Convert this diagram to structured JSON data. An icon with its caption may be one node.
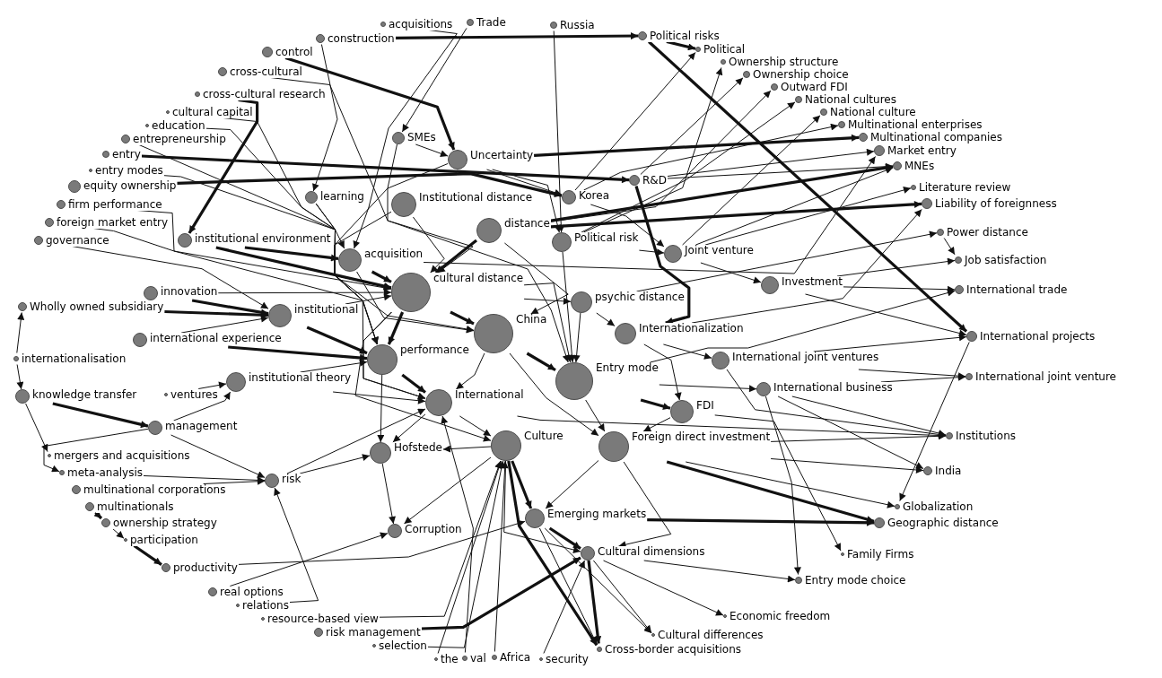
{
  "diagram": {
    "nodes": [
      {
        "text": [
          "acquisitions"
        ]
      },
      {
        "text": [
          "Trade"
        ]
      },
      {
        "text": [
          "Russia"
        ]
      },
      {
        "text": [
          "Political risks"
        ]
      },
      {
        "text": [
          "construction"
        ]
      },
      {
        "text": [
          "Political"
        ]
      },
      {
        "text": [
          "control"
        ]
      },
      {
        "text": [
          "Ownership structure"
        ]
      },
      {
        "text": [
          "cross-cultural"
        ]
      },
      {
        "text": [
          "Ownership choice"
        ]
      },
      {
        "text": [
          "Outward FDI"
        ]
      },
      {
        "text": [
          "cross-cultural research"
        ]
      },
      {
        "text": [
          "National cultures"
        ]
      },
      {
        "text": [
          "cultural capital"
        ]
      },
      {
        "text": [
          "National culture"
        ]
      },
      {
        "text": [
          "education"
        ]
      },
      {
        "text": [
          "Multinational enterprises"
        ]
      },
      {
        "text": [
          "entrepreneurship"
        ]
      },
      {
        "text": [
          "Multinational companies"
        ]
      },
      {
        "text": [
          "SMEs"
        ]
      },
      {
        "text": [
          "Market entry"
        ]
      },
      {
        "text": [
          "entry"
        ]
      },
      {
        "text": [
          "Uncertainty"
        ]
      },
      {
        "text": [
          "MNEs"
        ]
      },
      {
        "text": [
          "entry modes"
        ]
      },
      {
        "text": [
          "R&D"
        ]
      },
      {
        "text": [
          "equity ownership"
        ]
      },
      {
        "text": [
          "Literature review"
        ]
      },
      {
        "text": [
          "learning"
        ]
      },
      {
        "text": [
          "Korea"
        ]
      },
      {
        "text": [
          "Institutional distance"
        ]
      },
      {
        "text": [
          "Liability of foreignness"
        ]
      },
      {
        "text": [
          "firm performance"
        ]
      },
      {
        "text": [
          "distance"
        ]
      },
      {
        "text": [
          "foreign market entry"
        ]
      },
      {
        "text": [
          "Power distance"
        ]
      },
      {
        "text": [
          "Political risk"
        ]
      },
      {
        "text": [
          "governance"
        ]
      },
      {
        "text": [
          "institutional environment"
        ]
      },
      {
        "text": [
          "Joint venture"
        ]
      },
      {
        "text": [
          "acquisition"
        ]
      },
      {
        "text": [
          "Job satisfaction"
        ]
      },
      {
        "text": [
          "cultural distance"
        ]
      },
      {
        "text": [
          "Investment"
        ]
      },
      {
        "text": [
          "International trade"
        ]
      },
      {
        "text": [
          "innovation"
        ]
      },
      {
        "text": [
          "psychic distance"
        ]
      },
      {
        "text": [
          "Wholly owned subsidiary"
        ]
      },
      {
        "text": [
          "institutional"
        ]
      },
      {
        "text": [
          "China"
        ]
      },
      {
        "text": [
          "Internationalization"
        ]
      },
      {
        "text": [
          "International projects"
        ]
      },
      {
        "text": [
          "international experience"
        ]
      },
      {
        "text": [
          "performance"
        ]
      },
      {
        "text": [
          "internationalisation"
        ]
      },
      {
        "text": [
          "International joint ventures"
        ]
      },
      {
        "text": [
          "International joint venture"
        ]
      },
      {
        "text": [
          "Entry mode"
        ]
      },
      {
        "text": [
          "institutional theory"
        ]
      },
      {
        "text": [
          "International business"
        ]
      },
      {
        "text": [
          "knowledge transfer"
        ]
      },
      {
        "text": [
          "ventures"
        ]
      },
      {
        "text": [
          "International"
        ]
      },
      {
        "text": [
          "FDI"
        ]
      },
      {
        "text": [
          "management"
        ]
      },
      {
        "text": [
          "Institutions"
        ]
      },
      {
        "text": [
          "Culture"
        ]
      },
      {
        "text": [
          "Foreign direct investment"
        ]
      },
      {
        "text": [
          "Hofstede"
        ]
      },
      {
        "text": [
          "mergers and acquisitions"
        ]
      },
      {
        "text": [
          "India"
        ]
      },
      {
        "text": [
          "meta-analysis"
        ]
      },
      {
        "text": [
          "risk"
        ]
      },
      {
        "text": [
          "multinational corporations"
        ]
      },
      {
        "text": [
          "multinationals"
        ]
      },
      {
        "text": [
          "Globalization"
        ]
      },
      {
        "text": [
          "Emerging markets"
        ]
      },
      {
        "text": [
          "ownership strategy"
        ]
      },
      {
        "text": [
          "Geographic distance"
        ]
      },
      {
        "text": [
          "Corruption"
        ]
      },
      {
        "text": [
          "participation"
        ]
      },
      {
        "text": [
          "Cultural dimensions"
        ]
      },
      {
        "text": [
          "Family Firms"
        ]
      },
      {
        "text": [
          "productivity"
        ]
      },
      {
        "text": [
          "Entry mode choice"
        ]
      },
      {
        "text": [
          "real options"
        ]
      },
      {
        "text": [
          "relations"
        ]
      },
      {
        "text": [
          "Economic freedom"
        ]
      },
      {
        "text": [
          "resource-based view"
        ]
      },
      {
        "text": [
          "risk management"
        ]
      },
      {
        "text": [
          "Cultural differences"
        ]
      },
      {
        "text": [
          "selection"
        ]
      },
      {
        "text": [
          "Cross-border acquisitions"
        ]
      },
      {
        "text": [
          "the"
        ]
      },
      {
        "text": [
          "val"
        ]
      },
      {
        "text": [
          "Africa"
        ]
      },
      {
        "text": [
          "security"
        ]
      }
    ],
    "edges": [
      {
        "from": 4,
        "to": 3,
        "arrow": "to",
        "style": "thick"
      },
      {
        "from": 3,
        "to": 51,
        "arrow": "to",
        "style": "thick"
      },
      {
        "from": 3,
        "to": 5,
        "arrow": "to",
        "style": "thick"
      },
      {
        "from": 2,
        "to": 36,
        "arrow": "to"
      },
      {
        "from": 1,
        "to": 19,
        "arrow": "to"
      },
      {
        "from": 0,
        "to": 40,
        "arrow": "to"
      },
      {
        "from": 4,
        "to": 28,
        "arrow": "to"
      },
      {
        "from": 6,
        "to": 22,
        "arrow": "to",
        "style": "thick"
      },
      {
        "from": 8,
        "to": 42,
        "arrow": "to"
      },
      {
        "from": 11,
        "to": 38,
        "arrow": "to",
        "style": "thick"
      },
      {
        "from": 13,
        "to": 42,
        "arrow": "to"
      },
      {
        "from": 15,
        "to": 40,
        "arrow": "to"
      },
      {
        "from": 17,
        "to": 62,
        "arrow": "to"
      },
      {
        "from": 21,
        "to": 25,
        "arrow": "to",
        "style": "thick"
      },
      {
        "from": 24,
        "to": 49,
        "arrow": "to"
      },
      {
        "from": 26,
        "to": 29,
        "arrow": "to",
        "style": "thick"
      },
      {
        "from": 32,
        "to": 53,
        "arrow": "to"
      },
      {
        "from": 34,
        "to": 42,
        "arrow": "to"
      },
      {
        "from": 37,
        "to": 48,
        "arrow": "to"
      },
      {
        "from": 19,
        "to": 22,
        "arrow": "to"
      },
      {
        "from": 19,
        "to": 57,
        "arrow": "to"
      },
      {
        "from": 22,
        "to": 42,
        "arrow": "to"
      },
      {
        "from": 22,
        "to": 29,
        "arrow": "to"
      },
      {
        "from": 22,
        "to": 36,
        "arrow": "to"
      },
      {
        "from": 25,
        "to": 50,
        "arrow": "to",
        "style": "thick"
      },
      {
        "from": 25,
        "to": 23,
        "arrow": "to"
      },
      {
        "from": 25,
        "to": 20,
        "arrow": "to"
      },
      {
        "from": 29,
        "to": 39,
        "arrow": "to"
      },
      {
        "from": 30,
        "to": 42,
        "arrow": "to"
      },
      {
        "from": 30,
        "to": 53,
        "arrow": "to"
      },
      {
        "from": 33,
        "to": 42,
        "arrow": "to",
        "style": "thick"
      },
      {
        "from": 33,
        "to": 49,
        "arrow": "to"
      },
      {
        "from": 36,
        "to": 39,
        "arrow": "to"
      },
      {
        "from": 36,
        "to": 57,
        "arrow": "to"
      },
      {
        "from": 38,
        "to": 40,
        "arrow": "to",
        "style": "thick"
      },
      {
        "from": 38,
        "to": 42,
        "arrow": "to",
        "style": "thick"
      },
      {
        "from": 40,
        "to": 42,
        "arrow": "to",
        "style": "thick"
      },
      {
        "from": 40,
        "to": 49,
        "arrow": "to"
      },
      {
        "from": 28,
        "to": 42,
        "arrow": "to"
      },
      {
        "from": 28,
        "to": 53,
        "arrow": "to"
      },
      {
        "from": 42,
        "to": 49,
        "arrow": "to",
        "style": "thick"
      },
      {
        "from": 42,
        "to": 53,
        "arrow": "to",
        "style": "thick"
      },
      {
        "from": 42,
        "to": 57,
        "arrow": "to"
      },
      {
        "from": 42,
        "to": 62,
        "arrow": "to"
      },
      {
        "from": 42,
        "to": 66,
        "arrow": "to"
      },
      {
        "from": 42,
        "to": 46,
        "arrow": "to"
      },
      {
        "from": 49,
        "to": 57,
        "arrow": "to",
        "style": "thick"
      },
      {
        "from": 49,
        "to": 67,
        "arrow": "to"
      },
      {
        "from": 49,
        "to": 62,
        "arrow": "to"
      },
      {
        "from": 46,
        "to": 50,
        "arrow": "to"
      },
      {
        "from": 46,
        "to": 57,
        "arrow": "to"
      },
      {
        "from": 50,
        "to": 55,
        "arrow": "to"
      },
      {
        "from": 50,
        "to": 63,
        "arrow": "to"
      },
      {
        "from": 39,
        "to": 43,
        "arrow": "to"
      },
      {
        "from": 39,
        "to": 23,
        "arrow": "to"
      },
      {
        "from": 43,
        "to": 44,
        "arrow": "to"
      },
      {
        "from": 43,
        "to": 51,
        "arrow": "to"
      },
      {
        "from": 55,
        "to": 56,
        "arrow": "to"
      },
      {
        "from": 55,
        "to": 51,
        "arrow": "to"
      },
      {
        "from": 59,
        "to": 56,
        "arrow": "to"
      },
      {
        "from": 59,
        "to": 70,
        "arrow": "to"
      },
      {
        "from": 59,
        "to": 65,
        "arrow": "to"
      },
      {
        "from": 57,
        "to": 63,
        "arrow": "to",
        "style": "thick"
      },
      {
        "from": 57,
        "to": 67,
        "arrow": "to"
      },
      {
        "from": 57,
        "to": 59,
        "arrow": "to"
      },
      {
        "from": 63,
        "to": 67,
        "arrow": "to"
      },
      {
        "from": 62,
        "to": 66,
        "arrow": "to"
      },
      {
        "from": 62,
        "to": 68,
        "arrow": "to"
      },
      {
        "from": 53,
        "to": 62,
        "arrow": "to",
        "style": "thick"
      },
      {
        "from": 53,
        "to": 68,
        "arrow": "to"
      },
      {
        "from": 48,
        "to": 53,
        "arrow": "to",
        "style": "thick"
      },
      {
        "from": 48,
        "to": 42,
        "arrow": "to"
      },
      {
        "from": 45,
        "to": 48,
        "arrow": "to",
        "style": "thick"
      },
      {
        "from": 45,
        "to": 42,
        "arrow": "to"
      },
      {
        "from": 47,
        "to": 48,
        "arrow": "to",
        "style": "thick"
      },
      {
        "from": 52,
        "to": 53,
        "arrow": "to",
        "style": "thick"
      },
      {
        "from": 52,
        "to": 48,
        "arrow": "to"
      },
      {
        "from": 54,
        "to": 60,
        "arrow": "to"
      },
      {
        "from": 54,
        "to": 47,
        "arrow": "to"
      },
      {
        "from": 60,
        "to": 64,
        "arrow": "to",
        "style": "thick"
      },
      {
        "from": 60,
        "to": 69,
        "arrow": "to"
      },
      {
        "from": 61,
        "to": 58,
        "arrow": "to"
      },
      {
        "from": 58,
        "to": 53,
        "arrow": "to"
      },
      {
        "from": 58,
        "to": 62,
        "arrow": "to"
      },
      {
        "from": 64,
        "to": 72,
        "arrow": "to"
      },
      {
        "from": 64,
        "to": 58,
        "arrow": "to"
      },
      {
        "from": 66,
        "to": 76,
        "arrow": "to",
        "style": "thick"
      },
      {
        "from": 66,
        "to": 81,
        "arrow": "to"
      },
      {
        "from": 66,
        "to": 68,
        "arrow": "to"
      },
      {
        "from": 67,
        "to": 76,
        "arrow": "to"
      },
      {
        "from": 67,
        "to": 81,
        "arrow": "to"
      },
      {
        "from": 67,
        "to": 78,
        "arrow": "to",
        "style": "thick"
      },
      {
        "from": 67,
        "to": 75,
        "arrow": "to"
      },
      {
        "from": 68,
        "to": 79,
        "arrow": "to"
      },
      {
        "from": 72,
        "to": 68,
        "arrow": "to"
      },
      {
        "from": 72,
        "to": 62,
        "arrow": "to"
      },
      {
        "from": 73,
        "to": 72,
        "arrow": "to"
      },
      {
        "from": 74,
        "to": 77,
        "arrow": "to",
        "style": "thick"
      },
      {
        "from": 77,
        "to": 80,
        "arrow": "to"
      },
      {
        "from": 80,
        "to": 83,
        "arrow": "to",
        "style": "thick"
      },
      {
        "from": 83,
        "to": 76,
        "arrow": "to"
      },
      {
        "from": 85,
        "to": 79,
        "arrow": "to"
      },
      {
        "from": 86,
        "to": 72,
        "arrow": "to"
      },
      {
        "from": 88,
        "to": 66,
        "arrow": "to"
      },
      {
        "from": 89,
        "to": 81,
        "arrow": "to",
        "style": "thick"
      },
      {
        "from": 91,
        "to": 66,
        "arrow": "to"
      },
      {
        "from": 93,
        "to": 66,
        "arrow": "to"
      },
      {
        "from": 94,
        "to": 62,
        "arrow": "to"
      },
      {
        "from": 95,
        "to": 66,
        "arrow": "to"
      },
      {
        "from": 96,
        "to": 81,
        "arrow": "to"
      },
      {
        "from": 66,
        "to": 92,
        "arrow": "to",
        "style": "thick"
      },
      {
        "from": 81,
        "to": 92,
        "arrow": "to",
        "style": "thick"
      },
      {
        "from": 81,
        "to": 87,
        "arrow": "to"
      },
      {
        "from": 81,
        "to": 90,
        "arrow": "to"
      },
      {
        "from": 81,
        "to": 84,
        "arrow": "to"
      },
      {
        "from": 76,
        "to": 81,
        "arrow": "to",
        "style": "thick"
      },
      {
        "from": 76,
        "to": 78,
        "arrow": "to",
        "style": "thick"
      },
      {
        "from": 63,
        "to": 82,
        "arrow": "to"
      },
      {
        "from": 59,
        "to": 84,
        "arrow": "to"
      },
      {
        "from": 51,
        "to": 75,
        "arrow": "to"
      },
      {
        "from": 67,
        "to": 70,
        "arrow": "to"
      },
      {
        "from": 67,
        "to": 65,
        "arrow": "to"
      },
      {
        "from": 62,
        "to": 65,
        "arrow": "to"
      },
      {
        "from": 39,
        "to": 27,
        "arrow": "to"
      },
      {
        "from": 33,
        "to": 31,
        "arrow": "to",
        "style": "thick"
      },
      {
        "from": 46,
        "to": 35,
        "arrow": "to"
      },
      {
        "from": 35,
        "to": 41,
        "arrow": "to"
      },
      {
        "from": 43,
        "to": 41,
        "arrow": "to"
      },
      {
        "from": 57,
        "to": 44,
        "arrow": "to"
      },
      {
        "from": 29,
        "to": 16,
        "arrow": "to"
      },
      {
        "from": 22,
        "to": 18,
        "arrow": "to",
        "style": "thick"
      },
      {
        "from": 36,
        "to": 12,
        "arrow": "to"
      },
      {
        "from": 39,
        "to": 14,
        "arrow": "to"
      },
      {
        "from": 25,
        "to": 9,
        "arrow": "to"
      },
      {
        "from": 33,
        "to": 10,
        "arrow": "to"
      },
      {
        "from": 36,
        "to": 7,
        "arrow": "to"
      },
      {
        "from": 29,
        "to": 5,
        "arrow": "to"
      },
      {
        "from": 40,
        "to": 20,
        "arrow": "to"
      },
      {
        "from": 33,
        "to": 23,
        "arrow": "to",
        "style": "thick"
      },
      {
        "from": 50,
        "to": 31,
        "arrow": "to"
      },
      {
        "from": 55,
        "to": 65,
        "arrow": "to"
      },
      {
        "from": 71,
        "to": 72,
        "arrow": "to"
      },
      {
        "from": 64,
        "to": 71,
        "arrow": "to"
      },
      {
        "from": 66,
        "to": 79,
        "arrow": "to"
      },
      {
        "from": 76,
        "to": 92,
        "arrow": "to"
      },
      {
        "from": 76,
        "to": 90,
        "arrow": "to"
      }
    ]
  }
}
